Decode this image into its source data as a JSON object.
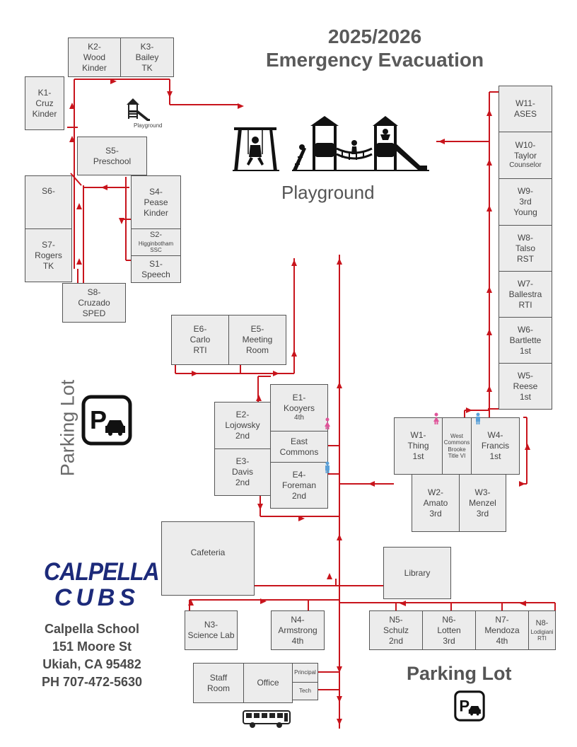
{
  "header": {
    "line1": "2025/2026",
    "line2": "Emergency Evacuation"
  },
  "labels": {
    "playground_main": "Playground",
    "playground_small": "Playground",
    "parking_left": "Parking Lot",
    "parking_right": "Parking Lot",
    "parking_sign": "P"
  },
  "school": {
    "logo_line1": "CALPELLA",
    "logo_line2": "CUBS",
    "name": "Calpella School",
    "street": "151 Moore St",
    "city": "Ukiah, CA 95482",
    "phone": "PH 707-472-5630"
  },
  "rooms": {
    "k2": "K2-\nWood\nKinder",
    "k3": "K3-\nBailey\nTK",
    "k1": "K1-\nCruz\nKinder",
    "s5": "S5-\nPreschool",
    "s6": "S6-",
    "s4": "S4-\nPease\nKinder",
    "s2_code": "S2-",
    "s2_name": "Higginbotham\nSSC",
    "s1": "S1-\nSpeech",
    "s7": "S7-\nRogers\nTK",
    "s8": "S8-\nCruzado\nSPED",
    "w11": "W11-\nASES",
    "w10_main": "W10-\nTaylor",
    "w10_sub": "Counselor",
    "w9": "W9-\n3rd\nYoung",
    "w8": "W8-\nTalso\nRST",
    "w7": "W7-\nBallestra\nRTI",
    "w6": "W6-\nBartlette\n1st",
    "w5": "W5-\nReese\n1st",
    "e6": "E6-\nCarlo\nRTI",
    "e5": "E5-\nMeeting\nRoom",
    "e1_main": "E1-\nKooyers",
    "e1_sub": "4th",
    "e2": "E2-\nLojowsky\n2nd",
    "east_commons": "East\nCommons",
    "e3": "E3-\nDavis\n2nd",
    "e4": "E4-\nForeman\n2nd",
    "w1": "W1-\nThing\n1st",
    "west_commons": "West\nCommons\nBrooke\nTitle VI",
    "w4": "W4-\nFrancis\n1st",
    "w2": "W2-\nAmato\n3rd",
    "w3": "W3-\nMenzel\n3rd",
    "cafeteria": "Cafeteria",
    "library": "Library",
    "n3": "N3-\nScience Lab",
    "n4": "N4-\nArmstrong\n4th",
    "n5": "N5-\nSchulz\n2nd",
    "n6": "N6-\nLotten\n3rd",
    "n7": "N7-\nMendoza\n4th",
    "n8_code": "N8-",
    "n8_name": "Lodigiani\nRTI",
    "staff_room": "Staff\nRoom",
    "office": "Office",
    "principal": "Principal",
    "tech": "Tech"
  },
  "colors": {
    "route": "#c8141c",
    "room_fill": "#ececec",
    "girls_icon": "#e0559a",
    "boys_icon": "#5aa0d8",
    "logo": "#1c2a7a"
  },
  "icons": [
    "playground-icon",
    "swing-icon",
    "play-structure-icon",
    "parking-icon",
    "car-icon",
    "bus-icon",
    "girls-restroom-icon",
    "boys-restroom-icon"
  ]
}
